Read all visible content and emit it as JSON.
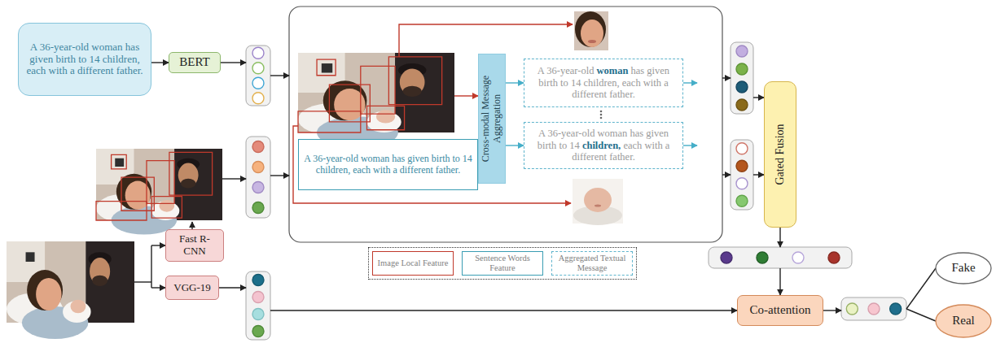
{
  "diagram": {
    "nodes": [
      {
        "text": [
          "A 36-year-old woman has given birth to 14 children, each with a different father."
        ]
      },
      {
        "text": [
          "BERT"
        ]
      },
      {
        "text": [
          "Fast R-CNN"
        ]
      },
      {
        "text": [
          "VGG-19"
        ]
      },
      {
        "text": [
          "A 36-year-old woman has given birth to 14 children, each with a different father."
        ]
      },
      {
        "text": [
          "Cross-modal Message Aggregation"
        ]
      },
      {
        "text": [
          "A 36-year-old woman has given birth to 14 children, each with a different father."
        ]
      },
      {
        "text": [
          "A 36-year-old woman has given birth to 14 children, each with a different father."
        ]
      },
      {
        "text": [
          "Gated Fusion"
        ]
      },
      {
        "text": [
          "Co-attention"
        ]
      },
      {
        "text": [
          "Fake"
        ]
      },
      {
        "text": [
          "Real"
        ]
      }
    ],
    "edges": [
      {
        "from": 0,
        "to": 1,
        "arrow": "to"
      },
      {
        "from": 4,
        "to": 5,
        "arrow": "to"
      },
      {
        "from": 5,
        "to": 6,
        "arrow": "to"
      },
      {
        "from": 5,
        "to": 7,
        "arrow": "to"
      }
    ],
    "legend": [
      {
        "text": "Image Local Feature"
      },
      {
        "text": "Sentence Words Feature"
      },
      {
        "text": "Aggregated Textual Message"
      }
    ]
  }
}
